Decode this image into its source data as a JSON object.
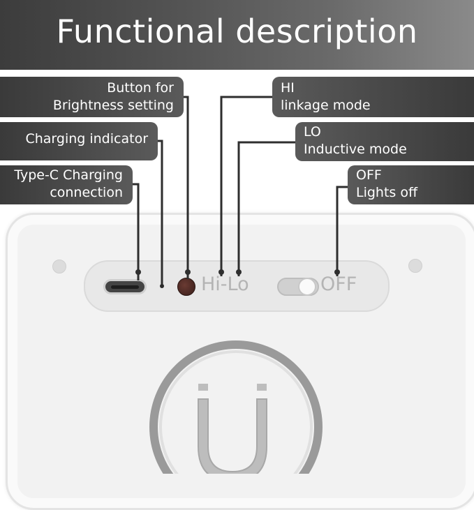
{
  "title": "Functional description",
  "labels": {
    "brightness_button": [
      "Button for",
      "Brightness setting"
    ],
    "charging_indicator": [
      "Charging indicator"
    ],
    "type_c": [
      "Type-C Charging",
      "connection"
    ],
    "hi": [
      "HI",
      "linkage mode"
    ],
    "lo": [
      "LO",
      "Inductive mode"
    ],
    "off": [
      "OFF",
      "Lights off"
    ]
  },
  "device": {
    "hi_lo_text": "Hi-Lo",
    "off_text": "OFF"
  },
  "colors": {
    "header": "#4a4a4a",
    "label_bg": "#444444",
    "device_body": "#f2f2f2",
    "button": "#4a2622"
  }
}
